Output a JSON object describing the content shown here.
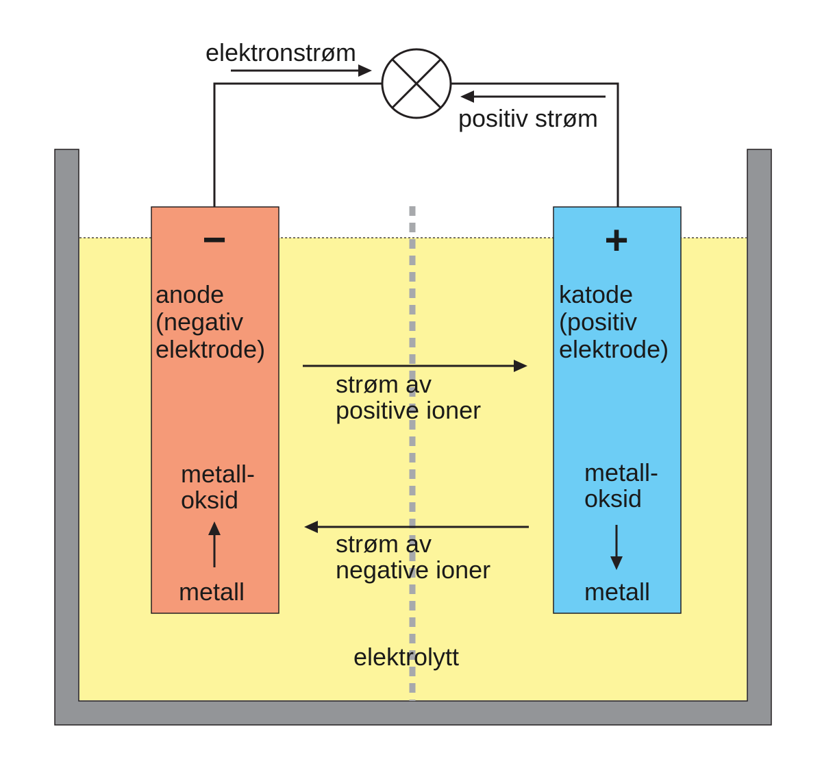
{
  "circuit": {
    "electron_flow_label": "elektronstrøm",
    "positive_current_label": "positiv strøm"
  },
  "anode": {
    "sign": "−",
    "name_lines": [
      "anode",
      "(negativ",
      "elektrode)"
    ],
    "oxide_lines": [
      "metall-",
      "oksid"
    ],
    "metal_label": "metall",
    "color": "#F59A78"
  },
  "cathode": {
    "sign": "+",
    "name_lines": [
      "katode",
      "(positiv",
      "elektrode)"
    ],
    "oxide_lines": [
      "metall-",
      "oksid"
    ],
    "metal_label": "metall",
    "color": "#6DCDF5"
  },
  "ion_flows": {
    "positive_lines": [
      "strøm av",
      "positive ioner"
    ],
    "negative_lines": [
      "strøm av",
      "negative ioner"
    ]
  },
  "electrolyte": {
    "label": "elektrolytt",
    "color": "#FDF59C"
  },
  "container_color": "#939598",
  "separator_color": "#A7A9AC"
}
